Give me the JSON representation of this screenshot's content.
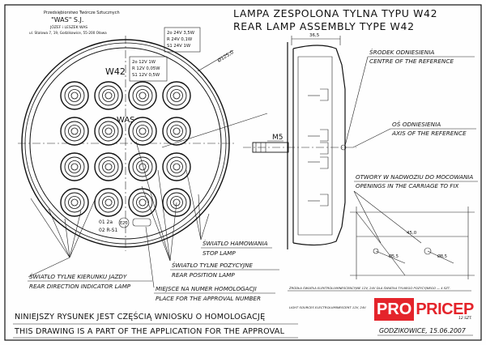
{
  "drawing": {
    "company": {
      "line1": "Przedsiębiorstwo Twórcze Sztucznych",
      "line2": "\"WAS\" S.J.",
      "line3": "JÓZEF i LESZEK WAS",
      "line4": "ul. Stalowa 7, 19, Godzikowice, 55-200 Oława"
    },
    "title_pl": "LAMPA ZESPOLONA TYLNA TYPU W42",
    "title_en": "REAR LAMP ASSEMBLY TYPE W42",
    "model_label": "W42",
    "brand_label": "WAS",
    "spec_box_top": [
      "2o 24V 3,5W",
      "R 24V 0,1W",
      "S1 24V 1W"
    ],
    "spec_box_mid": [
      "2o 12V 1W",
      "R 12V 0,05W",
      "S1 12V 0,5W"
    ],
    "diameter_label": "Ø125,0",
    "dim_width_top": "36,5",
    "dim_bottom": "45,0",
    "dim_small_left": "Ø5,5",
    "dim_small_right": "Ø8,5",
    "bolt_label": "M5",
    "marks": {
      "code_a": "01 2a",
      "code_b": "02 R-S1",
      "approval": "E20"
    },
    "callouts": {
      "center_ref_pl": "ŚRODEK ODNIESIENIA",
      "center_ref_en": "CENTRE OF THE REFERENCE",
      "axis_ref_pl": "OŚ ODNIESIENIA",
      "axis_ref_en": "AXIS OF THE REFERENCE",
      "openings_pl": "OTWORY W NADWOZIU DO MOCOWANIA",
      "openings_en": "OPENINGS IN THE CARRIAGE TO FIX",
      "stop_pl": "ŚWIATŁO HAMOWANIA",
      "stop_en": "STOP LAMP",
      "position_pl": "ŚWIATŁO TYLNE POZYCYJNE",
      "position_en": "REAR POSITION LAMP",
      "direction_pl": "ŚWIATŁO TYLNE KIERUNKU JAZDY",
      "direction_en": "REAR DIRECTION INDICATOR LAMP",
      "approval_pl": "MIEJSCE NA NUMER HOMOLOGACJI",
      "approval_en": "PLACE FOR THE APPROVAL NUMBER"
    },
    "notes": {
      "light_sources_pl": "ŹRÓDŁA ŚWIATŁA ELEKTROLUMINESCENCYJNE 12V, 24V DLA ŚWIATŁA TYLNEGO POZYCYJNEGO — 4 SZT.",
      "light_sources_en": "LIGHT SOURCES ELECTROLUMINESCENT 12V, 24V",
      "count_right": "12 SZT."
    },
    "footer_pl": "NINIEJSZY RYSUNEK JEST CZĘŚCIĄ WNIOSKU O HOMOLOGACJĘ",
    "footer_en": "THIS DRAWING IS A PART OF THE APPLICATION FOR THE APPROVAL",
    "place_date": "GODZIKOWICE, 15.06.2007"
  },
  "watermark": {
    "pro": "PRO",
    "pricep": "PRICEP",
    "brand_color": "#e4242b"
  }
}
